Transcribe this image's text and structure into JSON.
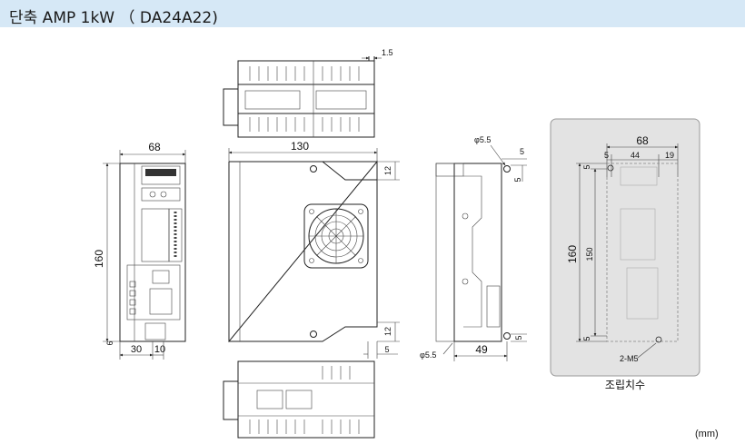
{
  "title": "단축 AMP 1kW （ DA24A22)",
  "dimensions": {
    "top_offset": "1.5",
    "front_width": "68",
    "front_height": "160",
    "front_bottom_left": "6",
    "front_bottom_30": "30",
    "front_bottom_10": "10",
    "side_depth": "130",
    "side_top_12": "12",
    "side_bottom_12": "12",
    "side_bottom_5": "5",
    "rear_hole_dia_top": "φ5.5",
    "rear_hole_dia_bottom": "φ5.5",
    "rear_top_5a": "5",
    "rear_top_5b": "5",
    "rear_bottom_5": "5",
    "rear_width": "49"
  },
  "mount": {
    "width": "68",
    "left_5": "5",
    "center_44": "44",
    "right_19": "19",
    "height": "160",
    "inner_height": "150",
    "top_5": "5",
    "bottom_5": "5",
    "hole_label": "2-M5",
    "caption": "조립치수"
  },
  "unit": "(mm)",
  "colors": {
    "title_bg": "#d6e8f6",
    "mount_panel_bg": "#e3e3e3",
    "line": "#222222"
  }
}
